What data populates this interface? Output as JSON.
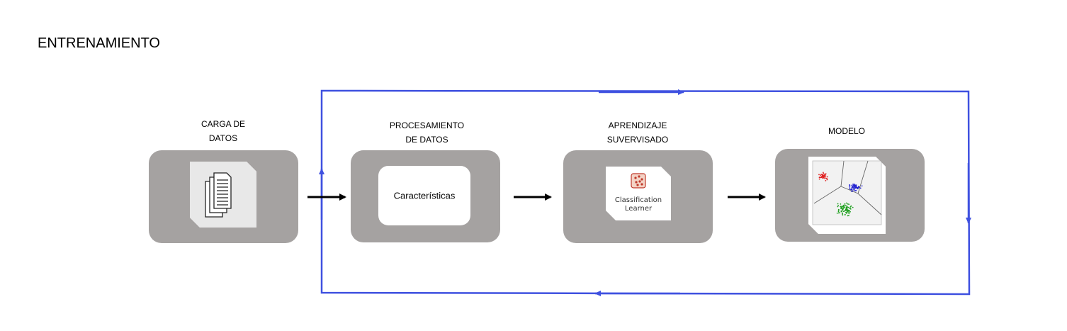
{
  "title": "ENTRENAMIENTO",
  "stages": [
    {
      "label_line1": "CARGA DE",
      "label_line2": "DATOS",
      "icon": "documents-icon"
    },
    {
      "label_line1": "PROCESAMIENTO",
      "label_line2": "DE DATOS",
      "content": "Características"
    },
    {
      "label_line1": "APRENDIZAJE",
      "label_line2": "SUVERVISADO",
      "app_line1": "Classification",
      "app_line2": "Learner",
      "icon": "classification-learner-icon"
    },
    {
      "label_line1": "MODELO",
      "icon": "scatter-plot-icon"
    }
  ],
  "colors": {
    "box": "#a5a2a1",
    "loop": "#3f51e0",
    "arrow": "#000000"
  }
}
